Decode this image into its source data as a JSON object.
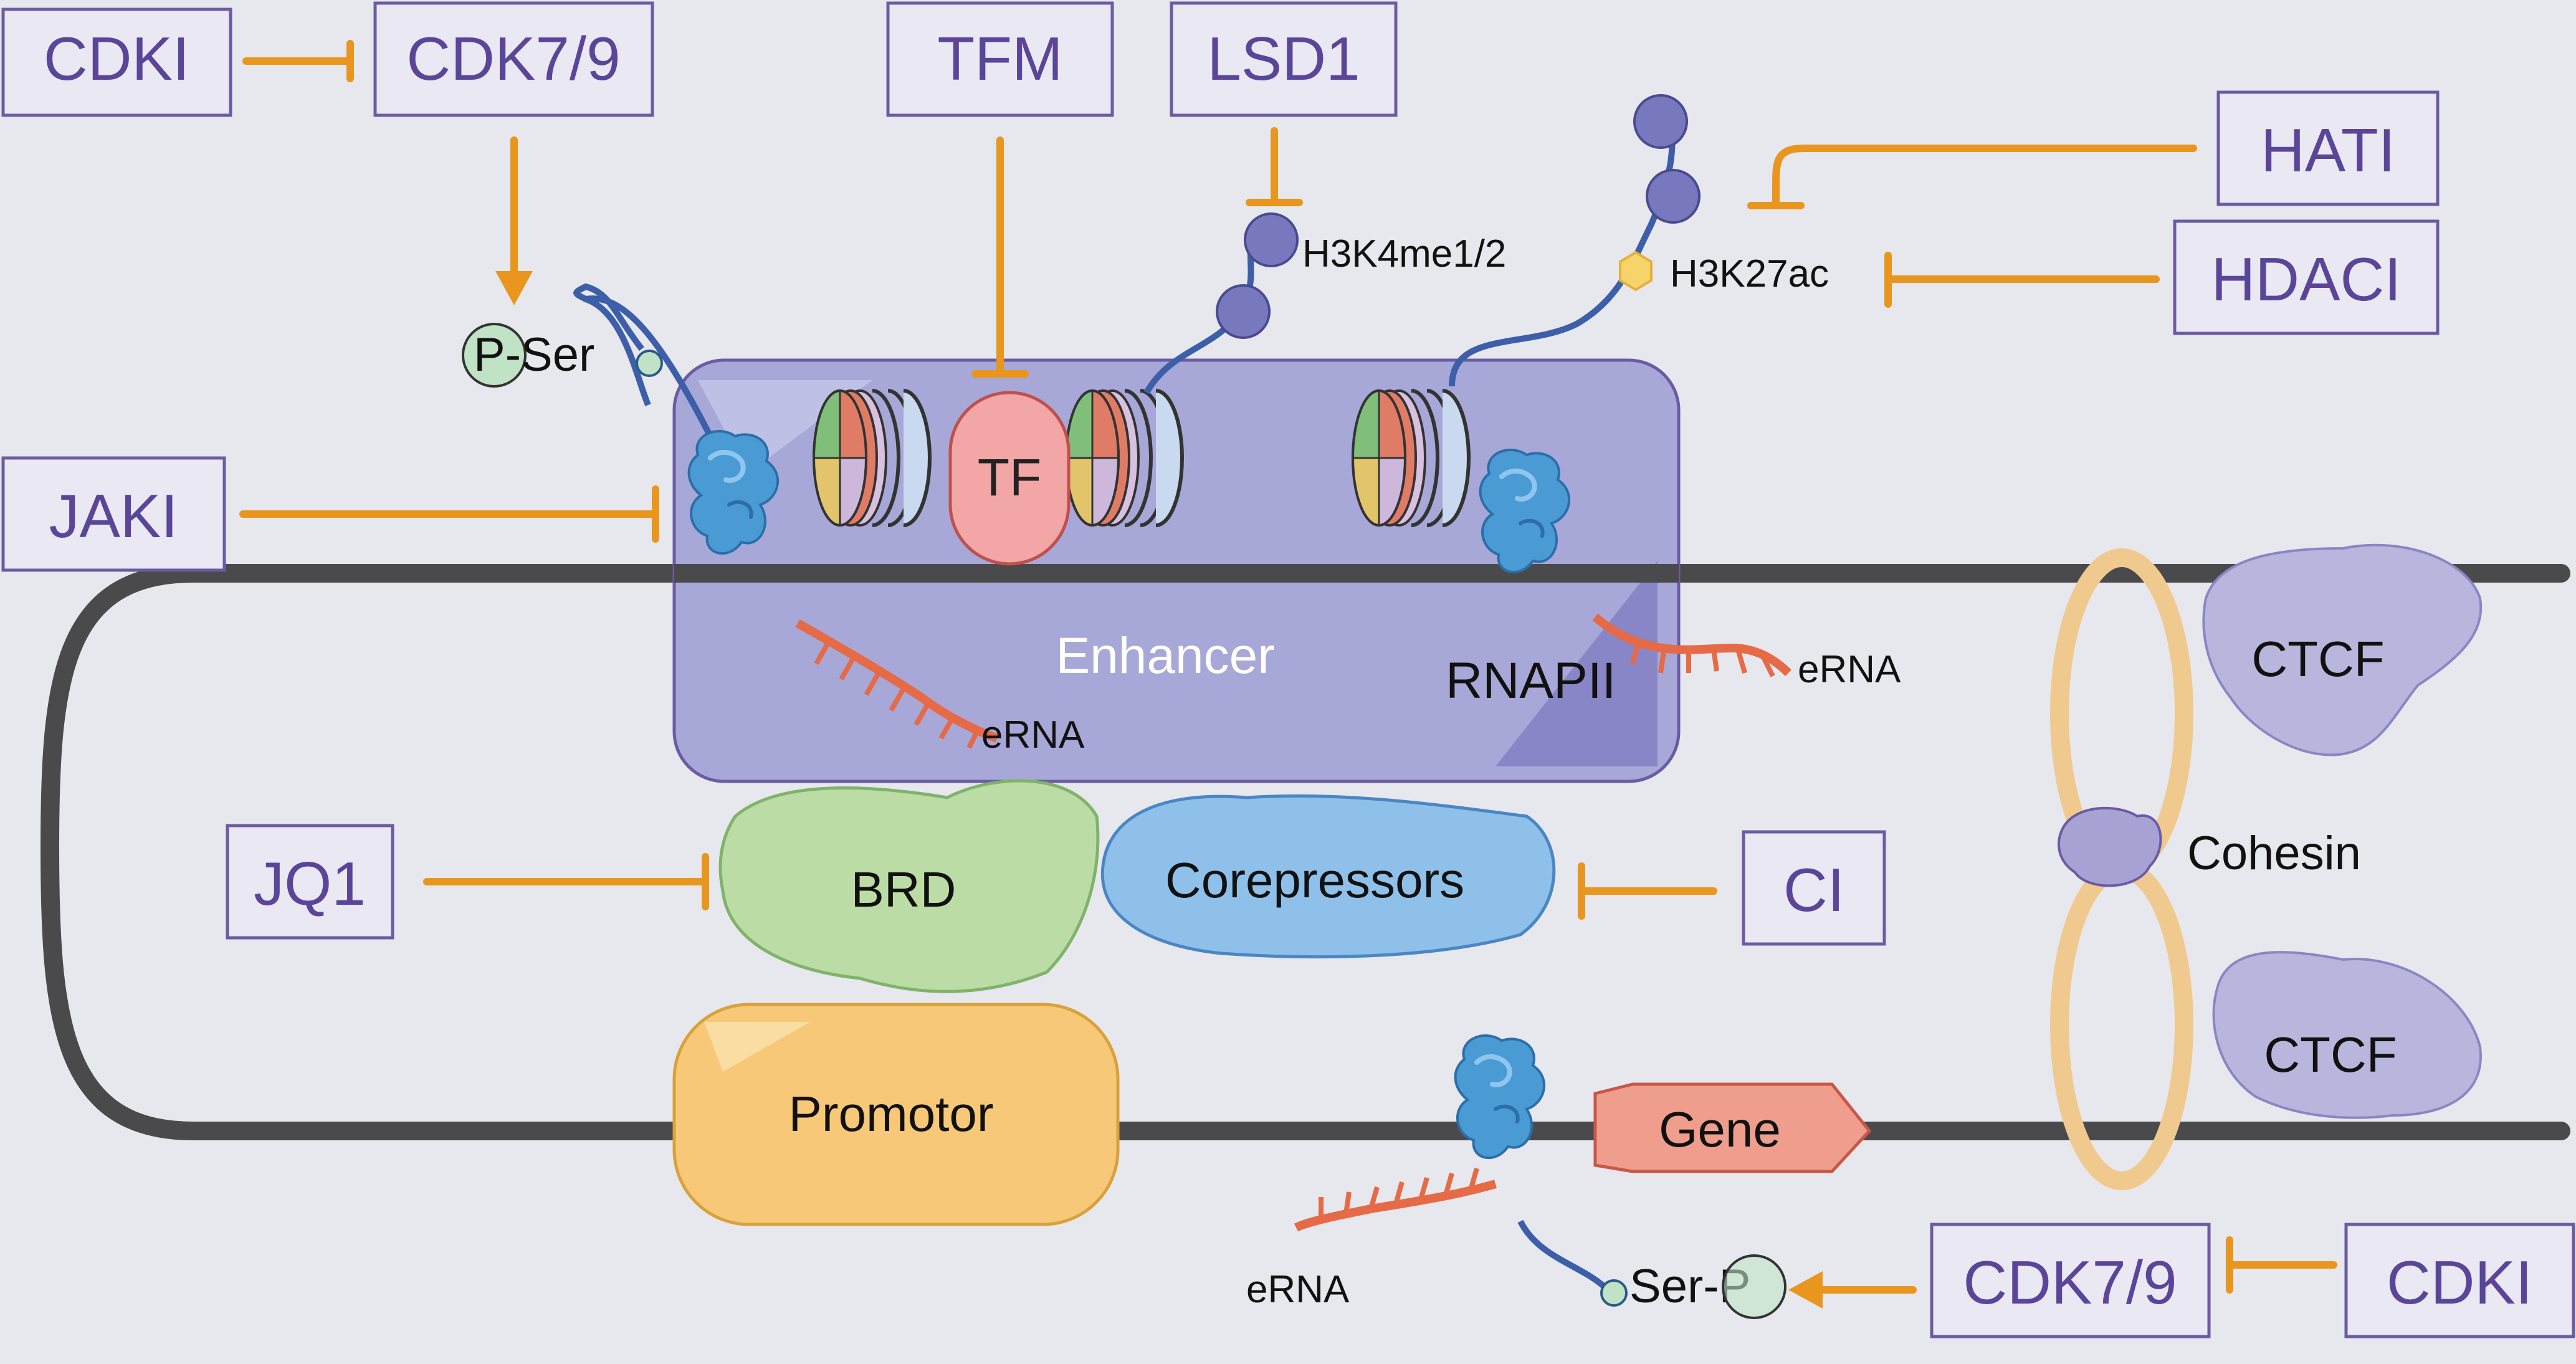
{
  "inhibitors": {
    "cdki_top": "CDKI",
    "cdk79_top": "CDK7/9",
    "tfm": "TFM",
    "lsd1": "LSD1",
    "hati": "HATI",
    "hdaci": "HDACI",
    "jaki": "JAKI",
    "jq1": "JQ1",
    "ci": "CI",
    "cdk79_bottom": "CDK7/9",
    "cdki_bottom": "CDKI"
  },
  "labels": {
    "p_ser": "P-Ser",
    "ser_p": "Ser-P",
    "tf": "TF",
    "h3k4": "H3K4me1/2",
    "h3k27": "H3K27ac",
    "enhancer": "Enhancer",
    "rnapii": "RNAPII",
    "erna_1": "eRNA",
    "erna_2": "eRNA",
    "erna_3": "eRNA",
    "brd": "BRD",
    "corepressors": "Corepressors",
    "promotor": "Promotor",
    "gene": "Gene",
    "ctcf_top": "CTCF",
    "ctcf_bottom": "CTCF",
    "cohesin": "Cohesin"
  },
  "colors": {
    "background": "#e7e8ee",
    "inhibitor_box_fill": "#e9e8f3",
    "inhibitor_box_stroke": "#6b5ba3",
    "inhibitor_text": "#5a4599",
    "inhibition_line": "#e8961e",
    "dna": "#4a4a4c",
    "enhancer": "#a7a8d8",
    "rnapii": "#4a9ad4",
    "erna": "#e56a45",
    "brd": "#bcdca6",
    "corepressors": "#8fc0ea",
    "promotor": "#f6c878",
    "gene": "#ef9e8e",
    "ctcf": "#b8b6dc",
    "cohesin_ring": "#efc98e",
    "tf": "#f3a6a6"
  }
}
